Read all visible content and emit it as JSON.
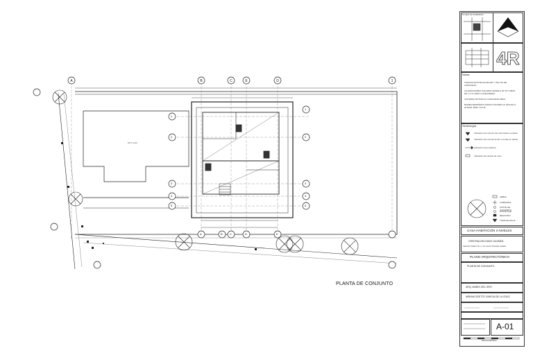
{
  "plan": {
    "title": "PLANTA DE CONJUNTO",
    "axes_top": [
      "A",
      "B",
      "C",
      "E",
      "D",
      "1"
    ],
    "axes_side_left": [
      "1",
      "2",
      "3",
      "4",
      "5"
    ],
    "axes_side_right": [
      "1",
      "2",
      "3",
      "4",
      "5"
    ],
    "axes_bottom": [
      "A",
      "B",
      "C",
      "D",
      "E"
    ],
    "level_tag": "N.P.T. +0.00"
  },
  "titleblock": {
    "locator_label": "Croquis de localización",
    "notes_title": "Notas",
    "notes": [
      "TINACOS ROTOPLAS DE 600 Y 750 LTS DE CAPACIDAD",
      "CALENTADORES SOLARES MODELO SP 15 TUBOS DE 1 LTS, PARA LA REGADERA",
      "CISTERNA ROTOPLAS CAPACIDAD 5000L",
      "BOMBA PERIFÉRICA MARCA TRUPER 1/2 HP/110V A 20 MOD. BOM. 1/2 HS"
    ],
    "symbology_title": "Simbología",
    "symbols": [
      "Indicación de nivel de piso terminado en planta",
      "Indicación de nivel de fondo o remate en planta",
      "Indicación de pendiente",
      "Indicación de cambio de nivel"
    ],
    "legend_items": [
      "ARBOL",
      "LUMINARIA",
      "POSTE DE CONCRETO",
      "POSTE CFE",
      "REGISTRO",
      "TOMA DE AGUA"
    ],
    "project_name": "CASA HABITACIÓN 2 NIVELES",
    "owner": "CRISTINA DELGADO GUZMÁN",
    "address": "Calle Pino Suárez No. 1, Col. Centro, Municipio, Estado",
    "drawing_type": "PLANO ARQUITECTÓNICO",
    "drawing_name": "PLANTA DE CONJUNTO",
    "designer": "ARQ. MARIO DEL ORO",
    "reviewer": "MIRIAM ODETTE GARCIA DE LA CRUZ",
    "sheet_number": "A-01",
    "scale_label": "ESCALA GRÁFICA"
  },
  "colors": {
    "line": "#222222",
    "light": "#888888"
  }
}
